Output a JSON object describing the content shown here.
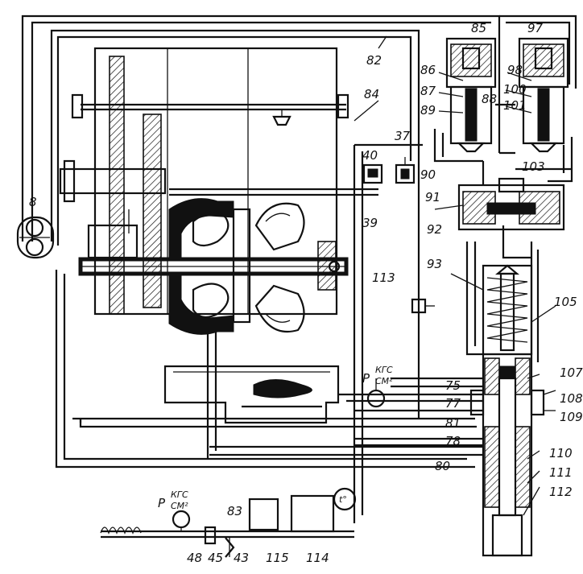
{
  "labels": {
    "l8": "8",
    "l37": "37",
    "l39": "39",
    "l40": "40",
    "l43": "43",
    "l45": "45",
    "l48": "48",
    "l75": "75",
    "l77": "77",
    "l78": "78",
    "l80": "80",
    "l81": "81",
    "l82": "82",
    "l83": "83",
    "l84": "84",
    "l85": "85",
    "l86": "86",
    "l87": "87",
    "l88": "88",
    "l89": "89",
    "l90": "90",
    "l91": "91",
    "l92": "92",
    "l93": "93",
    "l97": "97",
    "l98": "98",
    "l100": "100",
    "l101": "101",
    "l103": "103",
    "l105": "105",
    "l107": "107",
    "l108": "108",
    "l109": "109",
    "l110": "110",
    "l111": "111",
    "l112": "112",
    "l113": "113",
    "l114": "114",
    "l115": "115"
  },
  "gauges": {
    "p_left": "P",
    "unit_left_num": "КГС",
    "unit_left_den": "СМ²",
    "p_right": "P",
    "unit_right_num": "КГС",
    "unit_right_den": "СМ²",
    "temp": "t°"
  }
}
